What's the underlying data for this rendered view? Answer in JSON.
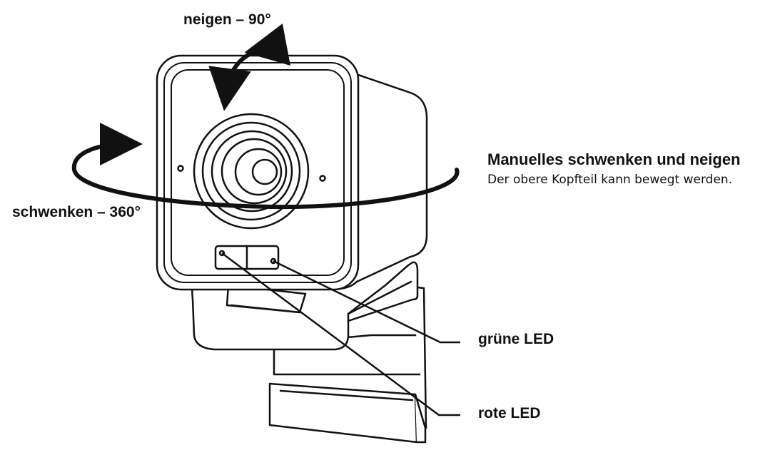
{
  "labels": {
    "tilt": "neigen – 90°",
    "swivel": "schwenken – 360°",
    "manual_title": "Manuelles schwenken und neigen",
    "manual_desc": "Der obere Kopfteil kann bewegt werden.",
    "green_led": "grüne LED",
    "red_led": "rote LED"
  }
}
